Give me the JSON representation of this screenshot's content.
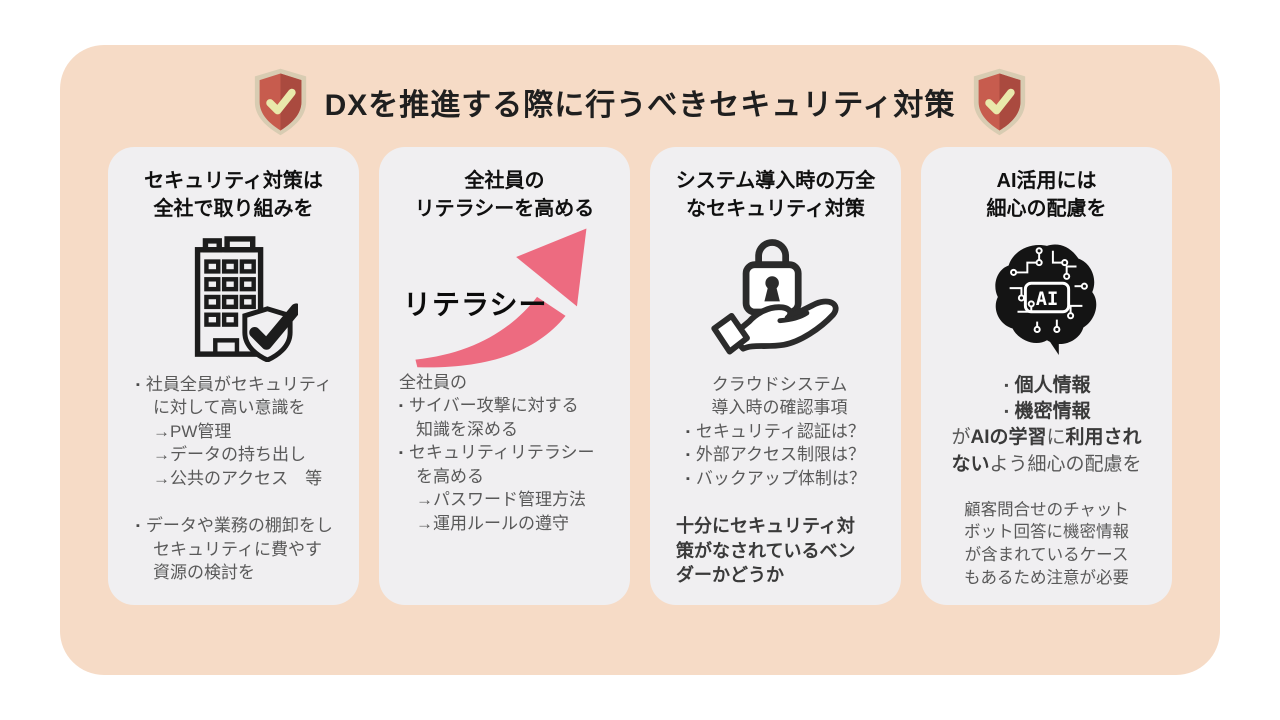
{
  "bullet_char": "▪",
  "colors": {
    "panel_bg": "#f6dbc6",
    "card_bg": "#f0eff1",
    "title_text": "#1f1f1f",
    "body_text": "#595959",
    "bold_text": "#3a3a3a",
    "arrow_pink": "#ed6b80",
    "shield_border": "#d8ccb2",
    "shield_red_light": "#c75c4e",
    "shield_red_dark": "#aa4a3f",
    "shield_check": "#e9e9ab",
    "icon_black": "#1c1c1c"
  },
  "header": {
    "title": "DXを推進する際に行うべきセキュリティ対策",
    "left_icon": "shield-check-icon",
    "right_icon": "shield-check-icon"
  },
  "cards": [
    {
      "title_lines": [
        "セキュリティ対策は",
        "全社で取り組みを"
      ],
      "icon": "office-building-shield-check-icon",
      "lines": [
        "社員全員がセキュリティ",
        "に対して高い意識を",
        "→PW管理",
        "→データの持ち出し",
        "→公共のアクセス　等",
        "データや業務の棚卸をし",
        "セキュリティに費やす",
        "資源の検討を"
      ]
    },
    {
      "title_lines": [
        "全社員の",
        "リテラシーを高める"
      ],
      "icon": "rising-arrow-icon",
      "literacy_label": "リテラシー",
      "lines": [
        "全社員の",
        "サイバー攻撃に対する",
        "知識を深める",
        "セキュリティリテラシー",
        "を高める",
        "→パスワード管理方法",
        "→運用ルールの遵守"
      ]
    },
    {
      "title_lines": [
        "システム導入時の万全",
        "なセキュリティ対策"
      ],
      "icon": "lock-on-hand-icon",
      "lines": [
        "クラウドシステム",
        "導入時の確認事項",
        "セキュリティ認証は？",
        "外部アクセス制限は？",
        "バックアップ体制は？"
      ],
      "bold_lines": [
        "十分にセキュリティ対",
        "策がなされているベン",
        "ダーかどうか"
      ]
    },
    {
      "title_lines": [
        "AI活用には",
        "細心の配慮を"
      ],
      "icon": "ai-circuit-brain-icon",
      "ai_label": "AI",
      "bold_bullets": [
        "個人情報",
        "機密情報"
      ],
      "mixed1": [
        {
          "t": "が"
        },
        {
          "t": "AIの学習"
        },
        {
          "t": "に"
        },
        {
          "t": "利用され"
        }
      ],
      "mixed2": [
        {
          "t": "ない"
        },
        {
          "t": "よう細心の配慮を"
        }
      ],
      "note_lines": [
        "顧客問合せのチャット",
        "ボット回答に機密情報",
        "が含まれているケース",
        "もあるため注意が必要"
      ]
    }
  ]
}
